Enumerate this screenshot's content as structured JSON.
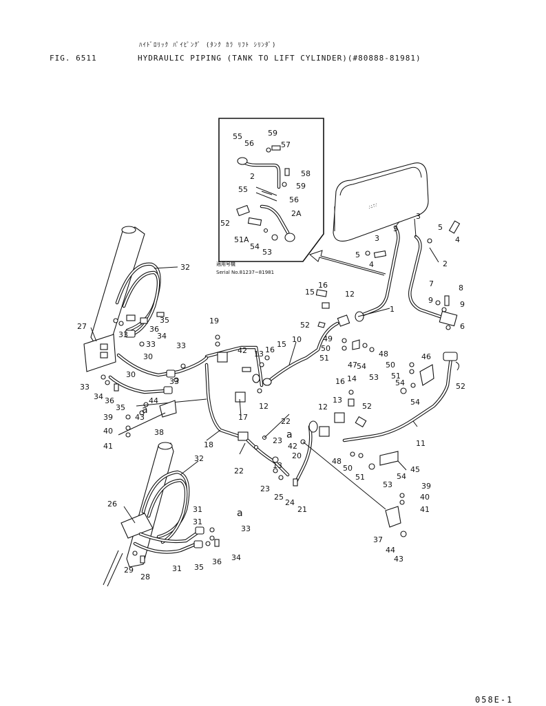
{
  "header": {
    "figure_number": "FIG. 6511",
    "title_jp": "ﾊｲﾄﾞﾛﾘｯｸ ﾊﾟｲﾋﾟﾝｸﾞ (ﾀﾝｸ ｶﾗ ﾘﾌﾄ ｼﾘﾝﾀﾞ)",
    "title_en": "HYDRAULIC PIPING (TANK TO LIFT CYLINDER)(#80888-81981)"
  },
  "inset": {
    "note_jp": "適用号機",
    "serial_label": "Serial No.81237~81981",
    "callouts": [
      "55",
      "56",
      "59",
      "57",
      "2",
      "58",
      "55",
      "59",
      "56",
      "52",
      "2A",
      "51A",
      "54",
      "53"
    ]
  },
  "callouts": [
    "1",
    "2",
    "3",
    "3",
    "3",
    "4",
    "4",
    "5",
    "5",
    "6",
    "7",
    "8",
    "9",
    "9",
    "10",
    "11",
    "12",
    "12",
    "12",
    "13",
    "13",
    "13",
    "14",
    "15",
    "15",
    "16",
    "16",
    "16",
    "17",
    "18",
    "19",
    "20",
    "21",
    "22",
    "22",
    "23",
    "23",
    "24",
    "25",
    "26",
    "27",
    "28",
    "29",
    "30",
    "30",
    "31",
    "31",
    "31",
    "32",
    "32",
    "33",
    "33",
    "33",
    "33",
    "33",
    "33",
    "34",
    "34",
    "34",
    "35",
    "35",
    "35",
    "36",
    "36",
    "36",
    "37",
    "38",
    "39",
    "39",
    "40",
    "40",
    "41",
    "41",
    "42",
    "42",
    "43",
    "43",
    "44",
    "44",
    "45",
    "46",
    "47",
    "48",
    "48",
    "49",
    "50",
    "50",
    "50",
    "51",
    "51",
    "51",
    "52",
    "52",
    "52",
    "53",
    "53",
    "54",
    "54",
    "54",
    "54"
  ],
  "letter_callouts": [
    "a",
    "a",
    "a"
  ],
  "footer": {
    "page_code": "058E-1"
  }
}
